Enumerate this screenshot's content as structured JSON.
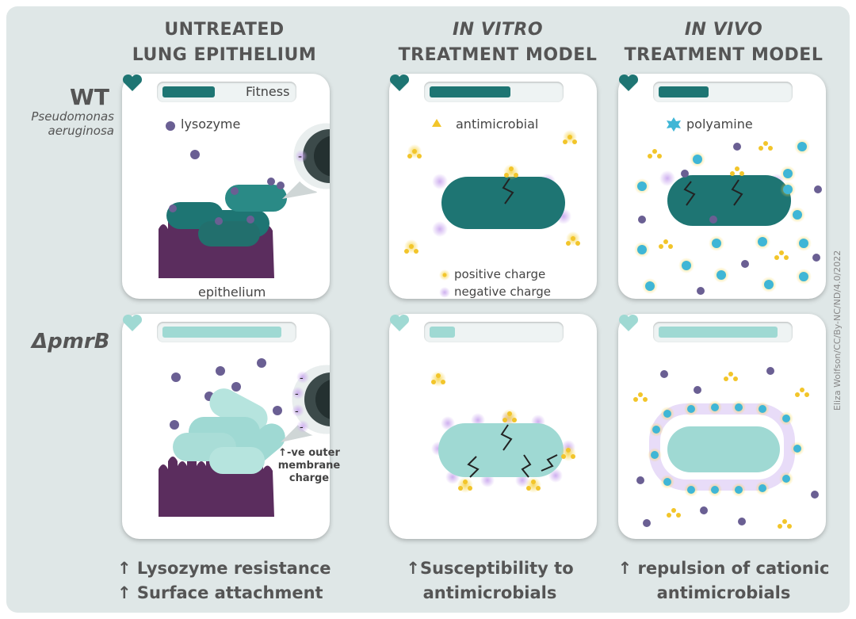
{
  "headers": {
    "col1_line1": "UNTREATED",
    "col1_line2": "LUNG EPITHELIUM",
    "col2_line1": "IN VITRO",
    "col2_line2": "TREATMENT MODEL",
    "col3_line1": "IN VIVO",
    "col3_line2": "TREATMENT MODEL"
  },
  "rows": {
    "wt_label": "WT",
    "wt_species_line1": "Pseudomonas",
    "wt_species_line2": "aeruginosa",
    "mutant_label": "ΔpmrB"
  },
  "panels": {
    "wt_untreated": {
      "bar_label": "Fitness",
      "legend": "lysozyme",
      "substrate_label": "epithelium",
      "fitness_level": 0.38
    },
    "wt_invitro": {
      "legend": "antimicrobial",
      "pos_label": "positive charge",
      "neg_label": "negative charge",
      "fitness_level": 0.58
    },
    "wt_invivo": {
      "legend": "polyamine",
      "fitness_level": 0.36
    },
    "mut_untreated": {
      "fitness_level": 0.85
    },
    "mut_invitro": {
      "fitness_level": 0.18
    },
    "mut_invivo": {
      "fitness_level": 0.85
    },
    "mut_callout_line1": "↑-ve outer",
    "mut_callout_line2": "membrane",
    "mut_callout_line3": "charge"
  },
  "footers": {
    "col1_line1": "↑ Lysozyme resistance",
    "col1_line2": "↑ Surface attachment",
    "col2_line1": "↑Susceptibility to",
    "col2_line2": "antimicrobials",
    "col3_line1": "↑ repulsion of cationic",
    "col3_line2": "antimicrobials"
  },
  "credit": "Eliza Wolfson/CC/By-NC/ND/4.0/2022",
  "colors": {
    "wt_teal": "#1e7573",
    "mutant_teal": "#9fd9d3",
    "epithelium": "#5b2d5e",
    "lysozyme": "#6a5f93",
    "antimicrobial": "#f2c52a",
    "polyamine": "#3fb6d6",
    "negative_glow": "#c9a7ee"
  },
  "icons": [
    "heart-icon",
    "lysozyme-icon",
    "antimicrobial-icon",
    "polyamine-icon"
  ]
}
